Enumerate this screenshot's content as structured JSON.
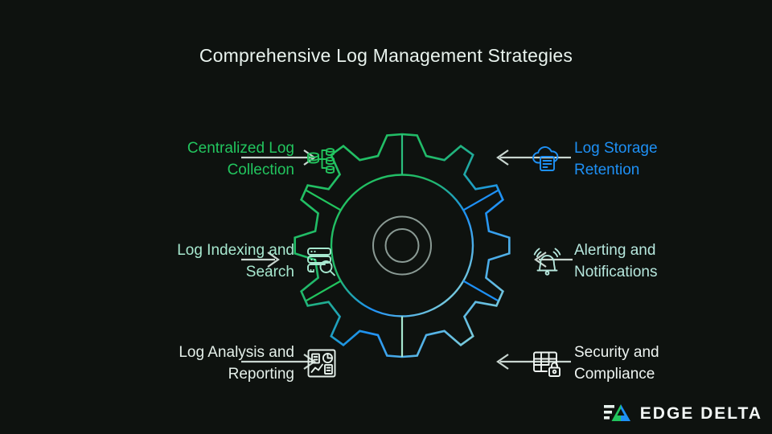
{
  "page": {
    "title": "Comprehensive Log Management Strategies",
    "background_color": "#0e120f"
  },
  "colors": {
    "green": "#22c55e",
    "mint": "#a7e8cf",
    "pale": "#e4efe9",
    "blue": "#1e90f5",
    "cyan_mint": "#b6e7dd",
    "white": "#eef4f1",
    "arrow": "#c9d6d0",
    "gear_gray": "#8a9a94"
  },
  "left_items": [
    {
      "label": "Centralized Log\nCollection",
      "color": "#22c55e",
      "icon": "database-distribution-icon",
      "arrow": "arrow-right"
    },
    {
      "label": "Log Indexing and\nSearch",
      "color": "#a7e8cf",
      "icon": "server-search-icon",
      "arrow": "arrow-right"
    },
    {
      "label": "Log Analysis and\nReporting",
      "color": "#e4efe9",
      "icon": "report-dashboard-icon",
      "arrow": "arrow-right"
    }
  ],
  "right_items": [
    {
      "label": "Log Storage\nRetention",
      "color": "#1e90f5",
      "icon": "cloud-document-icon",
      "arrow": "arrow-left"
    },
    {
      "label": "Alerting and\nNotifications",
      "color": "#b6e7dd",
      "icon": "bell-ringing-icon",
      "arrow": "arrow-left"
    },
    {
      "label": "Security and\nCompliance",
      "color": "#eef4f1",
      "icon": "table-lock-icon",
      "arrow": "arrow-left"
    }
  ],
  "gear": {
    "teeth": 16,
    "segments": 6,
    "inner_circles": 2,
    "gradient_stops": [
      "#22c55e",
      "#1e90f5",
      "#a7e8cf"
    ]
  },
  "logo": {
    "text": "EDGE DELTA",
    "mark": "edge-delta-triangle-mark",
    "mark_colors": [
      "#22c55e",
      "#1e90f5"
    ]
  }
}
